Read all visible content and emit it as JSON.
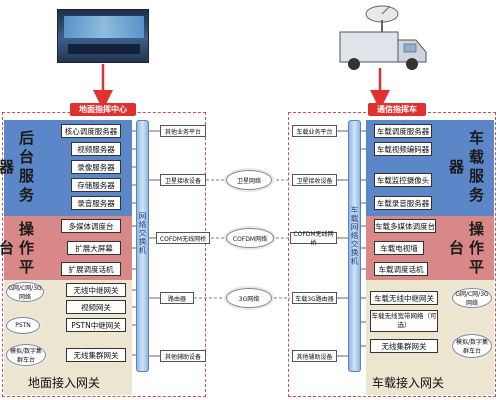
{
  "ground": {
    "header": "地面指挥中心",
    "backend": "后台服务器",
    "ops": "操作平台",
    "gateway": "地面接入网关",
    "bus": "网络交换机",
    "servers": [
      "核心调度服务器",
      "视频服务器",
      "录像服务器",
      "存储服务器",
      "录音服务器"
    ],
    "ops_items": [
      "多媒体调度台",
      "扩展大屏幕",
      "扩展调度话机"
    ],
    "gw_items": [
      "无线中继网关",
      "视频网关",
      "PSTN中继网关",
      "无线集群网关"
    ],
    "ext": [
      "G网/C网/3G网络",
      "PSTN",
      "模拟/数字集群车台"
    ],
    "interfaces": [
      "其他业务平台",
      "卫星接收设备",
      "COFDM无线网桥",
      "路由器",
      "其他辅助设备"
    ]
  },
  "vehicle": {
    "header": "通信指挥车",
    "backend": "车载服务器",
    "ops": "操作平台",
    "gateway": "车载接入网关",
    "bus": "车载网络交换机",
    "servers": [
      "车载调度服务器",
      "车载视频编码器",
      "车载监控摄像头",
      "车载录音服务器"
    ],
    "ops_items": [
      "车载多媒体调度台",
      "车载电视墙",
      "车载调度话机"
    ],
    "gw_items": [
      "车载无线中继网关",
      "车载无线宽带网络（可选）",
      "无线集群网关"
    ],
    "ext": [
      "G网/C网/3G网络",
      "模拟/数字集群车台"
    ],
    "interfaces": [
      "车载业务平台",
      "卫星接收设备",
      "COFDM无线网桥",
      "车载3G路由器",
      "其他辅助设备"
    ]
  },
  "clouds": [
    "卫星网络",
    "COFDM网络",
    "3G网络"
  ]
}
